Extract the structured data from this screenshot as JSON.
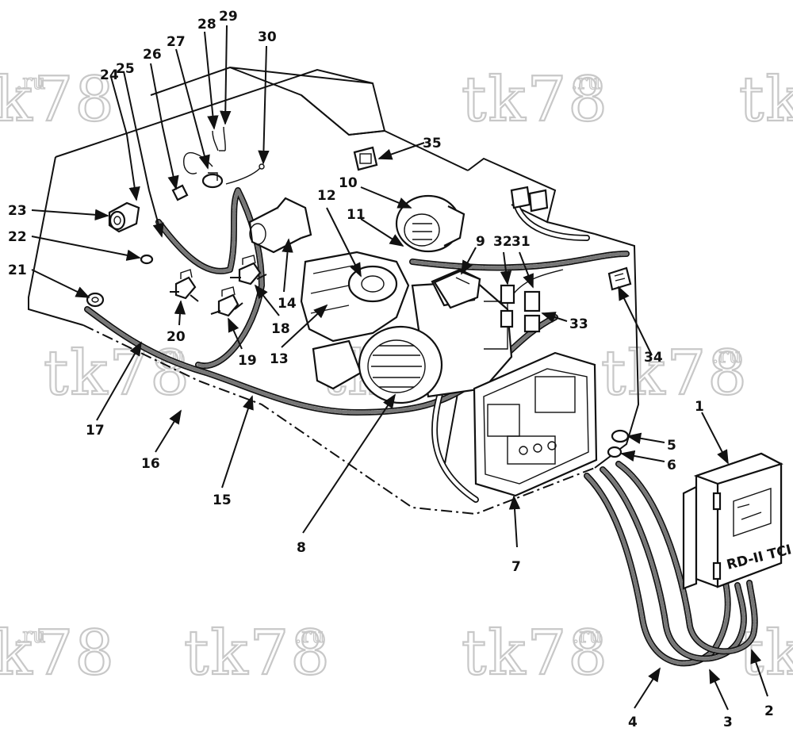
{
  "watermark": {
    "text": "tk78",
    "suffix": ".ru"
  },
  "callouts": [
    "1",
    "2",
    "3",
    "4",
    "5",
    "6",
    "7",
    "8",
    "9",
    "10",
    "11",
    "12",
    "13",
    "14",
    "15",
    "16",
    "17",
    "18",
    "19",
    "20",
    "21",
    "22",
    "23",
    "24",
    "25",
    "26",
    "27",
    "28",
    "29",
    "30",
    "31",
    "32",
    "33",
    "34",
    "35"
  ],
  "controller": {
    "brand_label": "RD-II TCI"
  }
}
